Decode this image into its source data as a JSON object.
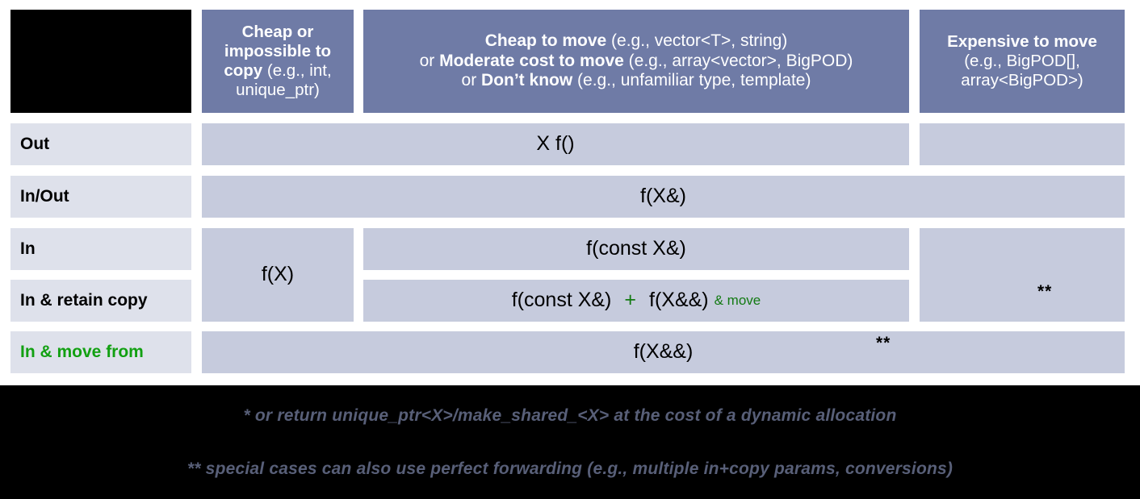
{
  "title": "C++ parameter and return type guidance table",
  "colors": {
    "header_bg": "#6f7ba6",
    "cell_bg": "#c6cbdd",
    "row_label_bg": "#dee1eb",
    "green": "#127a12",
    "label_green": "#12a012",
    "footer_bg": "#000000",
    "footnote_text": "#585f78"
  },
  "header": {
    "corner": "",
    "columns": [
      {
        "name": "cheap-or-impossible-to-copy",
        "lines": [
          {
            "bold": "Cheap or",
            "rest": ""
          },
          {
            "bold": "impossible to",
            "rest": ""
          },
          {
            "bold": "copy",
            "rest": " (e.g., int,"
          },
          {
            "bold": "",
            "rest": "unique_ptr)"
          }
        ]
      },
      {
        "name": "cheap-to-move",
        "lines": [
          {
            "bold": "Cheap to move",
            "rest": " (e.g., vector<T>, string)"
          },
          {
            "prefix": "or ",
            "bold": "Moderate cost to move",
            "rest": " (e.g., array<vector>, BigPOD)"
          },
          {
            "prefix": "or ",
            "bold": "Don’t know",
            "rest": " (e.g., unfamiliar type, template)"
          }
        ]
      },
      {
        "name": "expensive-to-move",
        "lines": [
          {
            "bold": "Expensive to move",
            "rest": ""
          },
          {
            "bold": "",
            "rest": "(e.g., BigPOD[],"
          },
          {
            "bold": "",
            "rest": "array<BigPOD>)"
          }
        ]
      }
    ]
  },
  "rows": [
    {
      "label": "Out",
      "green_label": false,
      "value": "X f()",
      "asterisk": ""
    },
    {
      "label": "In/Out",
      "green_label": false,
      "value": "f(X&)",
      "asterisk": ""
    },
    {
      "label": "In",
      "green_label": false,
      "value": "f(const X&)",
      "asterisk": ""
    },
    {
      "label": "In & retain copy",
      "green_label": false,
      "value": "",
      "asterisk": "**"
    },
    {
      "label": "In & move from",
      "green_label": true,
      "value": "f(X&&)",
      "asterisk": "**"
    }
  ],
  "cells": {
    "f_of_x": "f(X)",
    "retain_copy": {
      "first": "f(const X&)",
      "plus": "+",
      "second": "f(X&&)",
      "suffix": "& move"
    }
  },
  "footnotes": [
    "* or return unique_ptr<X>/make_shared_<X> at the cost of a dynamic allocation",
    "** special cases can also use perfect forwarding (e.g., multiple in+copy params, conversions)"
  ]
}
